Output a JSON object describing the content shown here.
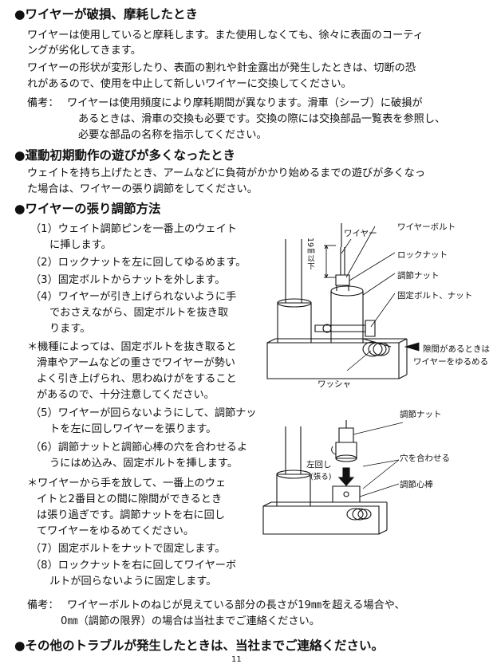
{
  "section1": {
    "heading": "●ワイヤーが破損、摩耗したとき",
    "lines": [
      "ワイヤーは使用していると摩耗します。また使用しなくても、徐々に表面のコーティ",
      "ングが劣化してきます。",
      "ワイヤーの形状が変形したり、表面の割れや針金露出が発生したときは、切断の恐",
      "れがあるので、使用を中止して新しいワイヤーに交換してください。"
    ],
    "note_label": "備考：",
    "note_lines": [
      "ワイヤーは使用頻度により摩耗期間が異なります。滑車（シーブ）に破損が",
      "あるときは、滑車の交換も必要です。交換の際には交換部品一覧表を参照し、",
      "必要な部品の名称を指示してください。"
    ]
  },
  "section2": {
    "heading": "●運動初期動作の遊びが多くなったとき",
    "lines": [
      "ウェイトを持ち上げたとき、アームなどに負荷がかかり始めるまでの遊びが多くなっ",
      "た場合は、ワイヤーの張り調節をしてください。"
    ]
  },
  "section3": {
    "heading": "●ワイヤーの張り調節方法",
    "steps": [
      "（1）ウェイト調節ピンを一番上のウェイト",
      "に挿します。",
      "（2）ロックナットを左に回してゆるめます。",
      "（3）固定ボルトからナットを外します。",
      "（4）ワイヤーが引き上げられないように手",
      "でおさえながら、固定ボルトを抜き取",
      "ります。",
      "＊機種によっては、固定ボルトを抜き取ると",
      "滑車やアームなどの重さでワイヤーが勢い",
      "よく引き上げられ、思わぬけがをすること",
      "があるので、十分注意してください。",
      "（5）ワイヤーが回らないようにして、調節ナッ",
      "トを左に回しワイヤーを張ります。",
      "（6）調節ナットと調節心棒の穴を合わせるよ",
      "うにはめ込み、固定ボルトを挿します。",
      "＊ワイヤーから手を放して、一番上のウェ",
      "イトと2番目との間に隙間ができるとき",
      "は張り過ぎです。調節ナットを右に回し",
      "てワイヤーをゆるめてください。",
      "（7）固定ボルトをナットで固定します。",
      "（8）ロックナットを右に回してワイヤーボ",
      "ルトが回らないように固定します。"
    ],
    "note_label": "備考：",
    "note_lines": [
      "ワイヤーボルトのねじが見えている部分の長さが19㎜を超える場合や、",
      "0㎜（調節の限界）の場合は当社までご連絡ください。"
    ]
  },
  "diagram1": {
    "labels": {
      "wire": "ワイヤー",
      "wire_bolt": "ワイヤーボルト",
      "dim": "19㎜以下",
      "lock_nut": "ロックナット",
      "adjust_nut": "調節ナット",
      "fix_bolt_nut": "固定ボルト、ナット",
      "gap_1": "隙間があるときは",
      "gap_2": "ワイヤーをゆるめる",
      "washer": "ワッシャ"
    }
  },
  "diagram2": {
    "labels": {
      "adjust_nut": "調節ナット",
      "left_turn": "左回し",
      "tension": "(張る)",
      "align_holes": "穴を合わせる",
      "adjust_rod": "調節心棒"
    }
  },
  "footer": {
    "heading": "●その他のトラブルが発生したときは、当社までご連絡ください。",
    "page_number": "11"
  }
}
